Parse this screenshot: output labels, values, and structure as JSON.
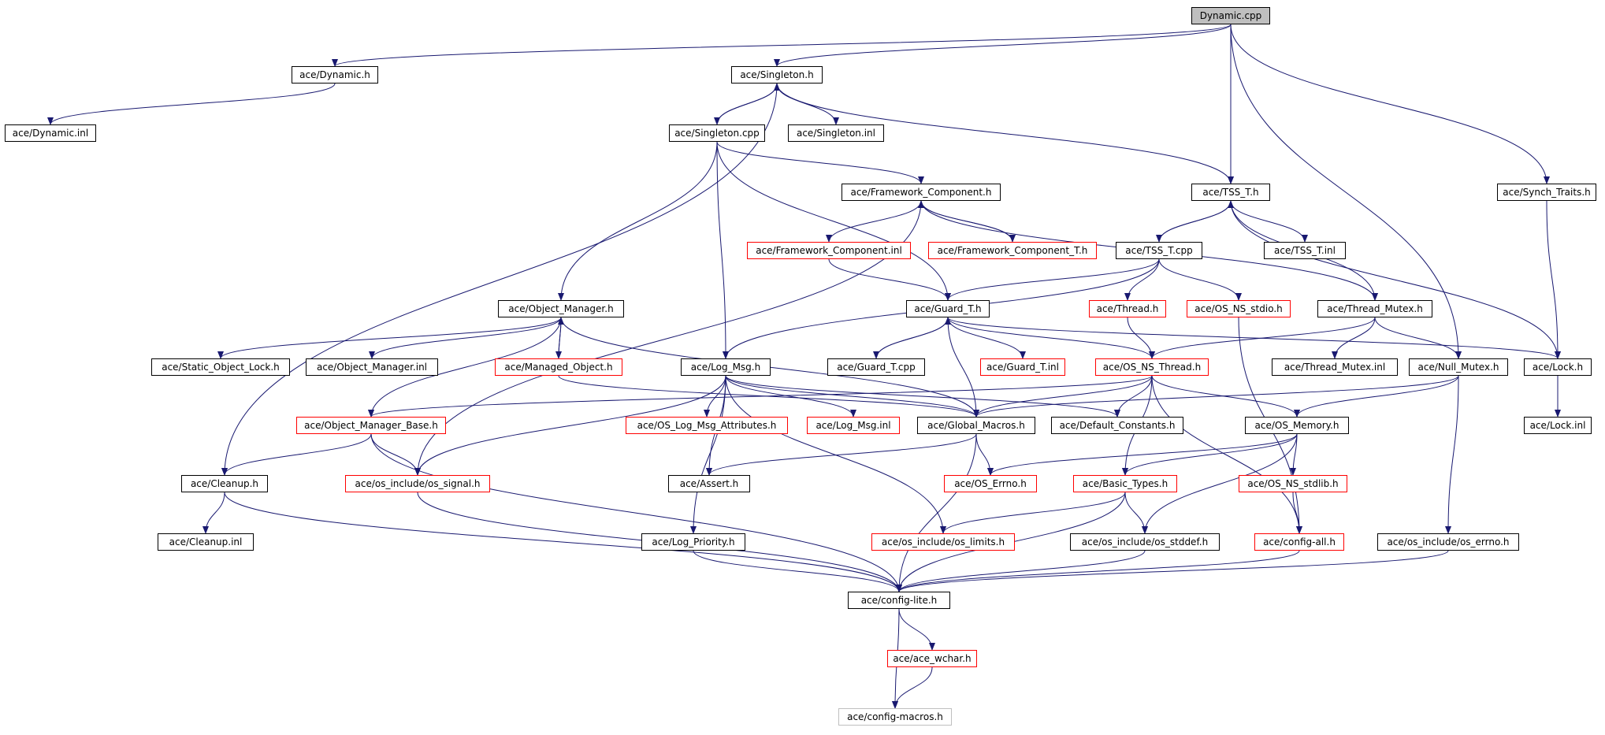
{
  "diagram": {
    "edge_color": "#191970",
    "nodes": [
      {
        "id": "dynamic_cpp",
        "label": "Dynamic.cpp",
        "style": "root"
      },
      {
        "id": "dynamic_h",
        "label": "ace/Dynamic.h",
        "style": "normal"
      },
      {
        "id": "singleton_h",
        "label": "ace/Singleton.h",
        "style": "normal"
      },
      {
        "id": "dynamic_inl",
        "label": "ace/Dynamic.inl",
        "style": "normal"
      },
      {
        "id": "singleton_cpp",
        "label": "ace/Singleton.cpp",
        "style": "normal"
      },
      {
        "id": "singleton_inl",
        "label": "ace/Singleton.inl",
        "style": "normal"
      },
      {
        "id": "framework_component_h",
        "label": "ace/Framework_Component.h",
        "style": "normal"
      },
      {
        "id": "tss_t_h",
        "label": "ace/TSS_T.h",
        "style": "normal"
      },
      {
        "id": "synch_traits_h",
        "label": "ace/Synch_Traits.h",
        "style": "normal"
      },
      {
        "id": "framework_component_inl",
        "label": "ace/Framework_Component.inl",
        "style": "red"
      },
      {
        "id": "framework_component_t_h",
        "label": "ace/Framework_Component_T.h",
        "style": "red"
      },
      {
        "id": "tss_t_cpp",
        "label": "ace/TSS_T.cpp",
        "style": "normal"
      },
      {
        "id": "tss_t_inl",
        "label": "ace/TSS_T.inl",
        "style": "normal"
      },
      {
        "id": "object_manager_h",
        "label": "ace/Object_Manager.h",
        "style": "normal"
      },
      {
        "id": "guard_t_h",
        "label": "ace/Guard_T.h",
        "style": "normal"
      },
      {
        "id": "thread_h",
        "label": "ace/Thread.h",
        "style": "red"
      },
      {
        "id": "os_ns_stdio_h",
        "label": "ace/OS_NS_stdio.h",
        "style": "red"
      },
      {
        "id": "thread_mutex_h",
        "label": "ace/Thread_Mutex.h",
        "style": "normal"
      },
      {
        "id": "static_object_lock_h",
        "label": "ace/Static_Object_Lock.h",
        "style": "normal"
      },
      {
        "id": "object_manager_inl",
        "label": "ace/Object_Manager.inl",
        "style": "normal"
      },
      {
        "id": "managed_object_h",
        "label": "ace/Managed_Object.h",
        "style": "red"
      },
      {
        "id": "log_msg_h",
        "label": "ace/Log_Msg.h",
        "style": "normal"
      },
      {
        "id": "guard_t_cpp",
        "label": "ace/Guard_T.cpp",
        "style": "normal"
      },
      {
        "id": "guard_t_inl",
        "label": "ace/Guard_T.inl",
        "style": "red"
      },
      {
        "id": "os_ns_thread_h",
        "label": "ace/OS_NS_Thread.h",
        "style": "red"
      },
      {
        "id": "thread_mutex_inl",
        "label": "ace/Thread_Mutex.inl",
        "style": "normal"
      },
      {
        "id": "null_mutex_h",
        "label": "ace/Null_Mutex.h",
        "style": "normal"
      },
      {
        "id": "lock_h",
        "label": "ace/Lock.h",
        "style": "normal"
      },
      {
        "id": "object_manager_base_h",
        "label": "ace/Object_Manager_Base.h",
        "style": "red"
      },
      {
        "id": "os_log_msg_attributes_h",
        "label": "ace/OS_Log_Msg_Attributes.h",
        "style": "red"
      },
      {
        "id": "log_msg_inl",
        "label": "ace/Log_Msg.inl",
        "style": "red"
      },
      {
        "id": "global_macros_h",
        "label": "ace/Global_Macros.h",
        "style": "normal"
      },
      {
        "id": "default_constants_h",
        "label": "ace/Default_Constants.h",
        "style": "normal"
      },
      {
        "id": "os_memory_h",
        "label": "ace/OS_Memory.h",
        "style": "normal"
      },
      {
        "id": "lock_inl",
        "label": "ace/Lock.inl",
        "style": "normal"
      },
      {
        "id": "cleanup_h",
        "label": "ace/Cleanup.h",
        "style": "normal"
      },
      {
        "id": "os_signal_h",
        "label": "ace/os_include/os_signal.h",
        "style": "red"
      },
      {
        "id": "assert_h",
        "label": "ace/Assert.h",
        "style": "normal"
      },
      {
        "id": "os_errno_h",
        "label": "ace/OS_Errno.h",
        "style": "red"
      },
      {
        "id": "basic_types_h",
        "label": "ace/Basic_Types.h",
        "style": "red"
      },
      {
        "id": "os_ns_stdlib_h",
        "label": "ace/OS_NS_stdlib.h",
        "style": "red"
      },
      {
        "id": "cleanup_inl",
        "label": "ace/Cleanup.inl",
        "style": "normal"
      },
      {
        "id": "log_priority_h",
        "label": "ace/Log_Priority.h",
        "style": "normal"
      },
      {
        "id": "os_limits_h",
        "label": "ace/os_include/os_limits.h",
        "style": "red"
      },
      {
        "id": "os_stddef_h",
        "label": "ace/os_include/os_stddef.h",
        "style": "normal"
      },
      {
        "id": "config_all_h",
        "label": "ace/config-all.h",
        "style": "red"
      },
      {
        "id": "os_include_errno_h",
        "label": "ace/os_include/os_errno.h",
        "style": "normal"
      },
      {
        "id": "config_lite_h",
        "label": "ace/config-lite.h",
        "style": "normal"
      },
      {
        "id": "ace_wchar_h",
        "label": "ace/ace_wchar.h",
        "style": "red"
      },
      {
        "id": "config_macros_h",
        "label": "ace/config-macros.h",
        "style": "grey"
      }
    ],
    "edges": [
      [
        "dynamic_cpp",
        "dynamic_h"
      ],
      [
        "dynamic_cpp",
        "singleton_h"
      ],
      [
        "dynamic_cpp",
        "tss_t_h"
      ],
      [
        "dynamic_cpp",
        "null_mutex_h"
      ],
      [
        "dynamic_cpp",
        "synch_traits_h"
      ],
      [
        "dynamic_h",
        "dynamic_inl"
      ],
      [
        "singleton_h",
        "singleton_cpp"
      ],
      [
        "singleton_h",
        "singleton_inl"
      ],
      [
        "singleton_h",
        "tss_t_h"
      ],
      [
        "singleton_h",
        "cleanup_h"
      ],
      [
        "singleton_cpp",
        "singleton_h"
      ],
      [
        "singleton_cpp",
        "framework_component_h"
      ],
      [
        "singleton_cpp",
        "object_manager_h"
      ],
      [
        "singleton_cpp",
        "log_msg_h"
      ],
      [
        "singleton_cpp",
        "guard_t_h"
      ],
      [
        "framework_component_h",
        "framework_component_inl"
      ],
      [
        "framework_component_h",
        "framework_component_t_h"
      ],
      [
        "framework_component_h",
        "thread_mutex_h"
      ],
      [
        "framework_component_h",
        "os_signal_h"
      ],
      [
        "framework_component_inl",
        "guard_t_h"
      ],
      [
        "framework_component_t_h",
        "framework_component_h"
      ],
      [
        "tss_t_h",
        "tss_t_cpp"
      ],
      [
        "tss_t_h",
        "tss_t_inl"
      ],
      [
        "tss_t_h",
        "thread_mutex_h"
      ],
      [
        "tss_t_h",
        "lock_h"
      ],
      [
        "tss_t_cpp",
        "tss_t_h"
      ],
      [
        "tss_t_cpp",
        "guard_t_h"
      ],
      [
        "tss_t_cpp",
        "thread_h"
      ],
      [
        "tss_t_cpp",
        "os_ns_stdio_h"
      ],
      [
        "tss_t_cpp",
        "log_msg_h"
      ],
      [
        "synch_traits_h",
        "lock_h"
      ],
      [
        "object_manager_h",
        "static_object_lock_h"
      ],
      [
        "object_manager_h",
        "object_manager_inl"
      ],
      [
        "object_manager_h",
        "managed_object_h"
      ],
      [
        "object_manager_h",
        "object_manager_base_h"
      ],
      [
        "object_manager_h",
        "global_macros_h"
      ],
      [
        "managed_object_h",
        "object_manager_h"
      ],
      [
        "managed_object_h",
        "global_macros_h"
      ],
      [
        "guard_t_h",
        "guard_t_cpp"
      ],
      [
        "guard_t_h",
        "guard_t_inl"
      ],
      [
        "guard_t_h",
        "os_ns_thread_h"
      ],
      [
        "guard_t_h",
        "global_macros_h"
      ],
      [
        "guard_t_h",
        "lock_h"
      ],
      [
        "guard_t_cpp",
        "guard_t_h"
      ],
      [
        "thread_h",
        "os_ns_thread_h"
      ],
      [
        "os_ns_stdio_h",
        "config_all_h"
      ],
      [
        "thread_mutex_h",
        "thread_mutex_inl"
      ],
      [
        "thread_mutex_h",
        "null_mutex_h"
      ],
      [
        "thread_mutex_h",
        "os_ns_thread_h"
      ],
      [
        "log_msg_h",
        "os_log_msg_attributes_h"
      ],
      [
        "log_msg_h",
        "log_msg_inl"
      ],
      [
        "log_msg_h",
        "global_macros_h"
      ],
      [
        "log_msg_h",
        "default_constants_h"
      ],
      [
        "log_msg_h",
        "assert_h"
      ],
      [
        "log_msg_h",
        "os_signal_h"
      ],
      [
        "log_msg_h",
        "log_priority_h"
      ],
      [
        "log_msg_h",
        "os_limits_h"
      ],
      [
        "os_ns_thread_h",
        "global_macros_h"
      ],
      [
        "os_ns_thread_h",
        "default_constants_h"
      ],
      [
        "os_ns_thread_h",
        "os_memory_h"
      ],
      [
        "os_ns_thread_h",
        "basic_types_h"
      ],
      [
        "os_ns_thread_h",
        "object_manager_base_h"
      ],
      [
        "os_ns_thread_h",
        "config_all_h"
      ],
      [
        "null_mutex_h",
        "os_memory_h"
      ],
      [
        "null_mutex_h",
        "global_macros_h"
      ],
      [
        "null_mutex_h",
        "os_include_errno_h"
      ],
      [
        "lock_h",
        "lock_inl"
      ],
      [
        "object_manager_base_h",
        "cleanup_h"
      ],
      [
        "object_manager_base_h",
        "os_signal_h"
      ],
      [
        "object_manager_base_h",
        "config_lite_h"
      ],
      [
        "global_macros_h",
        "os_errno_h"
      ],
      [
        "global_macros_h",
        "assert_h"
      ],
      [
        "global_macros_h",
        "config_lite_h"
      ],
      [
        "os_memory_h",
        "os_errno_h"
      ],
      [
        "os_memory_h",
        "basic_types_h"
      ],
      [
        "os_memory_h",
        "os_ns_stdlib_h"
      ],
      [
        "os_memory_h",
        "os_stddef_h"
      ],
      [
        "cleanup_h",
        "cleanup_inl"
      ],
      [
        "cleanup_h",
        "config_lite_h"
      ],
      [
        "os_signal_h",
        "config_lite_h"
      ],
      [
        "basic_types_h",
        "os_limits_h"
      ],
      [
        "basic_types_h",
        "os_stddef_h"
      ],
      [
        "basic_types_h",
        "config_lite_h"
      ],
      [
        "os_ns_stdlib_h",
        "config_all_h"
      ],
      [
        "log_priority_h",
        "config_lite_h"
      ],
      [
        "os_stddef_h",
        "config_lite_h"
      ],
      [
        "config_all_h",
        "config_lite_h"
      ],
      [
        "os_include_errno_h",
        "config_lite_h"
      ],
      [
        "config_lite_h",
        "ace_wchar_h"
      ],
      [
        "config_lite_h",
        "config_macros_h"
      ],
      [
        "ace_wchar_h",
        "config_macros_h"
      ]
    ]
  }
}
